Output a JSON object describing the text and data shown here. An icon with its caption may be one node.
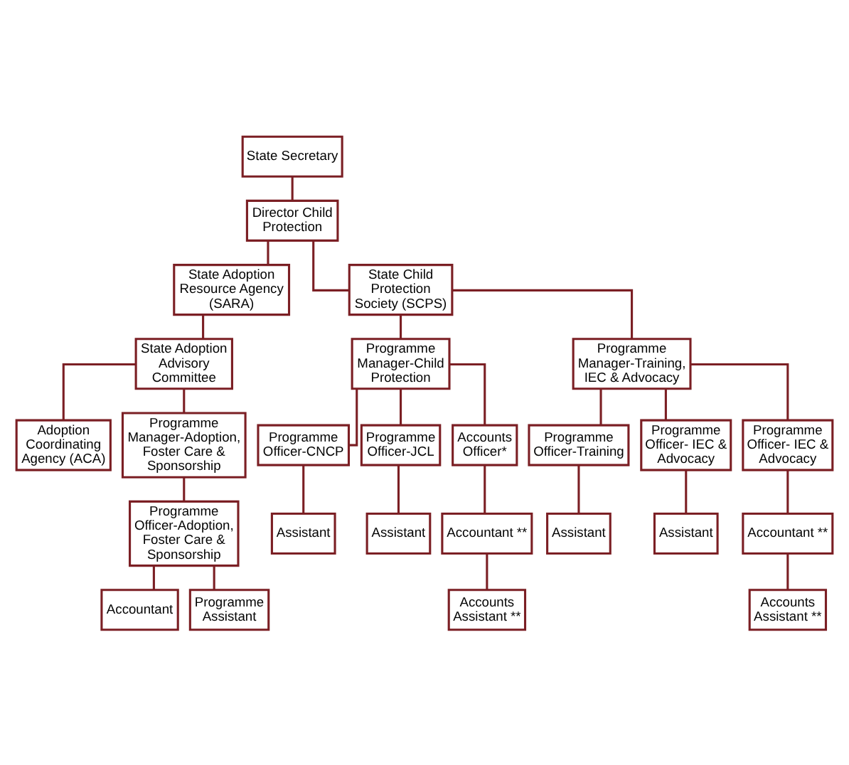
{
  "diagram": {
    "nodes": [
      {
        "text": [
          "State Secretary"
        ]
      },
      {
        "text": [
          "Director Child Protection"
        ]
      },
      {
        "text": [
          "State Adoption Resource Agency (SARA)"
        ]
      },
      {
        "text": [
          "State Child Protection Society (SCPS)"
        ]
      },
      {
        "text": [
          "State Adoption Advisory Committee"
        ]
      },
      {
        "text": [
          "Programme Manager-Child Protection"
        ]
      },
      {
        "text": [
          "Programme Manager-Training, IEC & Advocacy"
        ]
      },
      {
        "text": [
          "Adoption Coordinating Agency (ACA)"
        ]
      },
      {
        "text": [
          "Programme Manager-Adoption, Foster Care & Sponsorship"
        ]
      },
      {
        "text": [
          "Programme Officer-Adoption, Foster Care & Sponsorship"
        ]
      },
      {
        "text": [
          "Accountant"
        ]
      },
      {
        "text": [
          "Programme Assistant"
        ]
      },
      {
        "text": [
          "Programme Officer-CNCP"
        ]
      },
      {
        "text": [
          "Programme Officer-JCL"
        ]
      },
      {
        "text": [
          "Accounts Officer*"
        ]
      },
      {
        "text": [
          "Assistant"
        ]
      },
      {
        "text": [
          "Assistant"
        ]
      },
      {
        "text": [
          "Accountant **"
        ]
      },
      {
        "text": [
          "Accounts Assistant **"
        ]
      },
      {
        "text": [
          "Programme Officer-Training"
        ]
      },
      {
        "text": [
          "Programme Officer- IEC & Advocacy"
        ]
      },
      {
        "text": [
          "Programme Officer- IEC & Advocacy"
        ]
      },
      {
        "text": [
          "Assistant"
        ]
      },
      {
        "text": [
          "Assistant"
        ]
      },
      {
        "text": [
          "Accountant **"
        ]
      },
      {
        "text": [
          "Accounts Assistant **"
        ]
      }
    ],
    "edges": [
      {
        "from": 0,
        "to": 1,
        "arrow": "none"
      },
      {
        "from": 1,
        "to": 2,
        "arrow": "none"
      },
      {
        "from": 1,
        "to": 3,
        "arrow": "none"
      },
      {
        "from": 2,
        "to": 4,
        "arrow": "none"
      },
      {
        "from": 3,
        "to": 5,
        "arrow": "none"
      },
      {
        "from": 3,
        "to": 6,
        "arrow": "none"
      },
      {
        "from": 4,
        "to": 7,
        "arrow": "none"
      },
      {
        "from": 4,
        "to": 8,
        "arrow": "none"
      },
      {
        "from": 5,
        "to": 12,
        "arrow": "none"
      },
      {
        "from": 5,
        "to": 13,
        "arrow": "none"
      },
      {
        "from": 5,
        "to": 14,
        "arrow": "none"
      },
      {
        "from": 6,
        "to": 19,
        "arrow": "none"
      },
      {
        "from": 6,
        "to": 20,
        "arrow": "none"
      },
      {
        "from": 6,
        "to": 21,
        "arrow": "none"
      },
      {
        "from": 8,
        "to": 9,
        "arrow": "none"
      },
      {
        "from": 12,
        "to": 15,
        "arrow": "none"
      },
      {
        "from": 13,
        "to": 16,
        "arrow": "none"
      },
      {
        "from": 14,
        "to": 17,
        "arrow": "none"
      },
      {
        "from": 19,
        "to": 22,
        "arrow": "none"
      },
      {
        "from": 20,
        "to": 23,
        "arrow": "none"
      },
      {
        "from": 21,
        "to": 24,
        "arrow": "none"
      },
      {
        "from": 9,
        "to": 10,
        "arrow": "none"
      },
      {
        "from": 9,
        "to": 11,
        "arrow": "none"
      },
      {
        "from": 17,
        "to": 18,
        "arrow": "none"
      },
      {
        "from": 24,
        "to": 25,
        "arrow": "none"
      }
    ]
  }
}
